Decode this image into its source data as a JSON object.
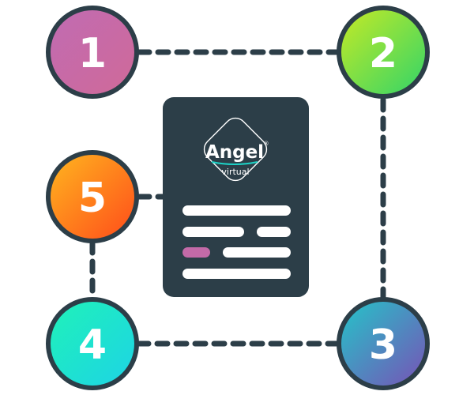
{
  "steps": [
    {
      "number": "1"
    },
    {
      "number": "2"
    },
    {
      "number": "3"
    },
    {
      "number": "4"
    },
    {
      "number": "5"
    }
  ],
  "document": {
    "logo": {
      "name": "Angel",
      "registered_mark": "®",
      "subtitle": "virtual"
    },
    "lines": [
      {
        "role": "text",
        "color": "#ffffff"
      },
      {
        "role": "text",
        "color": "#ffffff"
      },
      {
        "role": "text",
        "color": "#ffffff"
      },
      {
        "role": "highlight",
        "color": "#c46aa8"
      },
      {
        "role": "text",
        "color": "#ffffff"
      },
      {
        "role": "text",
        "color": "#ffffff"
      }
    ]
  },
  "colors": {
    "outline": "#2c3e48",
    "document_fill": "#2c3e48",
    "connector": "#2c3e48",
    "logo_accent": "#1dd3c7",
    "step1_gradient": [
      "#c06bb3",
      "#d06a98"
    ],
    "step2_gradient": [
      "#c8ea24",
      "#2fd46a"
    ],
    "step3_gradient": [
      "#22c7c9",
      "#7a4fb6"
    ],
    "step4_gradient": [
      "#1ff2b8",
      "#1ed3e6"
    ],
    "step5_gradient": [
      "#ffb81f",
      "#ff4a1a"
    ]
  },
  "icons": {
    "step_circle": "numbered-circle-icon",
    "document": "document-icon",
    "logo": "angel-virtual-logo"
  }
}
